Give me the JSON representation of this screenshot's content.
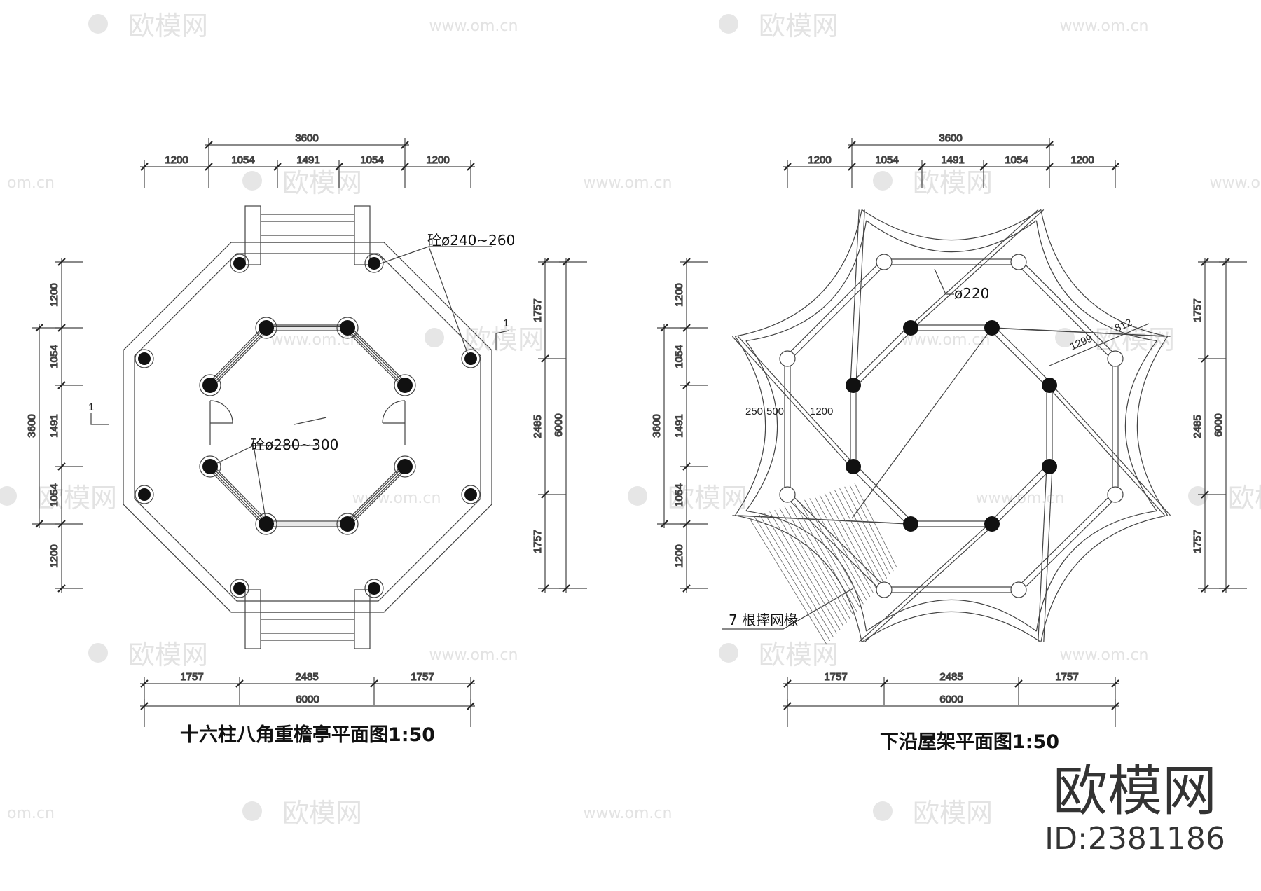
{
  "watermark": {
    "logo_text": "欧模网",
    "url_text": "www.om.cn",
    "url_short": "om.cn"
  },
  "left_plan": {
    "title": "十六柱八角重檐亭平面图1:50",
    "top_dims": {
      "overall": "3600",
      "segments": [
        "1200",
        "1054",
        "1491",
        "1054",
        "1200"
      ]
    },
    "bottom_dims": {
      "overall": "6000",
      "segments": [
        "1757",
        "2485",
        "1757"
      ]
    },
    "left_dims": {
      "overall": "3600",
      "segments": [
        "1200",
        "1054",
        "1491",
        "1054",
        "1200"
      ]
    },
    "right_dims": {
      "overall": "6000",
      "segments": [
        "1757",
        "2485",
        "1757"
      ]
    },
    "annotations": {
      "outer_column": "砼ø240~260",
      "inner_column": "砼ø280~300",
      "section_mark": "1"
    }
  },
  "right_plan": {
    "title": "下沿屋架平面图1:50",
    "top_dims": {
      "overall": "3600",
      "segments": [
        "1200",
        "1054",
        "1491",
        "1054",
        "1200"
      ]
    },
    "bottom_dims": {
      "overall": "6000",
      "segments": [
        "1757",
        "2485",
        "1757"
      ]
    },
    "left_dims": {
      "overall": "3600",
      "segments": [
        "1200",
        "1054",
        "1491",
        "1054",
        "1200"
      ]
    },
    "right_dims": {
      "overall": "6000",
      "segments": [
        "1757",
        "2485",
        "1757"
      ]
    },
    "annotations": {
      "column": "ø220",
      "rafter": "7 根摔网椽",
      "dim_a": "250",
      "dim_b": "500",
      "dim_c": "1200",
      "diag_a": "1299",
      "diag_b": "812"
    }
  },
  "brand": {
    "name": "欧模网",
    "id": "ID:2381186"
  }
}
